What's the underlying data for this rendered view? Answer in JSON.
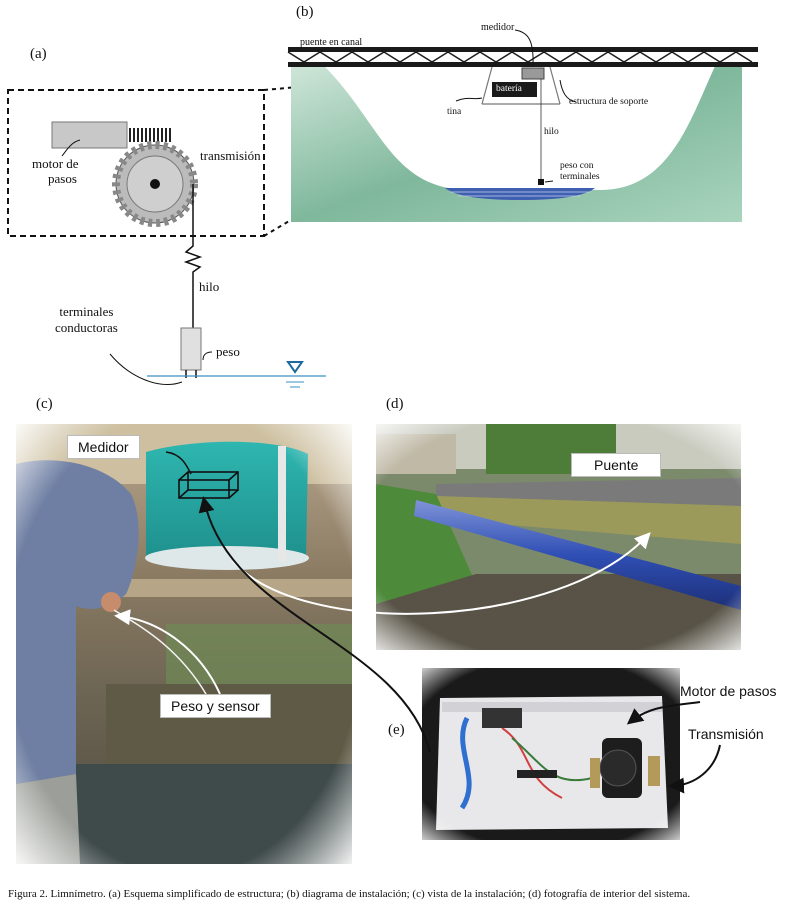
{
  "figure": {
    "panel_a": {
      "letter": "(a)",
      "motor_label_1": "motor de",
      "motor_label_2": "pasos",
      "transmission_label": "transmisión",
      "thread_label": "hilo",
      "terminals_label_1": "terminales",
      "terminals_label_2": "conductoras",
      "weight_label": "peso"
    },
    "panel_b": {
      "letter": "(b)",
      "bridge_label": "puente en canal",
      "meter_label": "medidor",
      "battery_label": "batería",
      "tub_label": "tina",
      "support_label": "estructura de soporte",
      "thread_label": "hilo",
      "weight_label_1": "peso con",
      "weight_label_2": "terminales"
    },
    "panel_c": {
      "letter": "(c)",
      "meter_tag": "Medidor",
      "sensor_tag": "Peso y sensor"
    },
    "panel_d": {
      "letter": "(d)",
      "bridge_tag": "Puente"
    },
    "panel_e": {
      "letter": "(e)",
      "motor_tag": "Motor de pasos",
      "transmission_tag": "Transmisión"
    },
    "caption": "Figura 2. Limnímetro. (a) Esquema simplificado de estructura; (b) diagrama de instalación; (c) vista de la instalación; (d) fotografía de interior del sistema."
  }
}
